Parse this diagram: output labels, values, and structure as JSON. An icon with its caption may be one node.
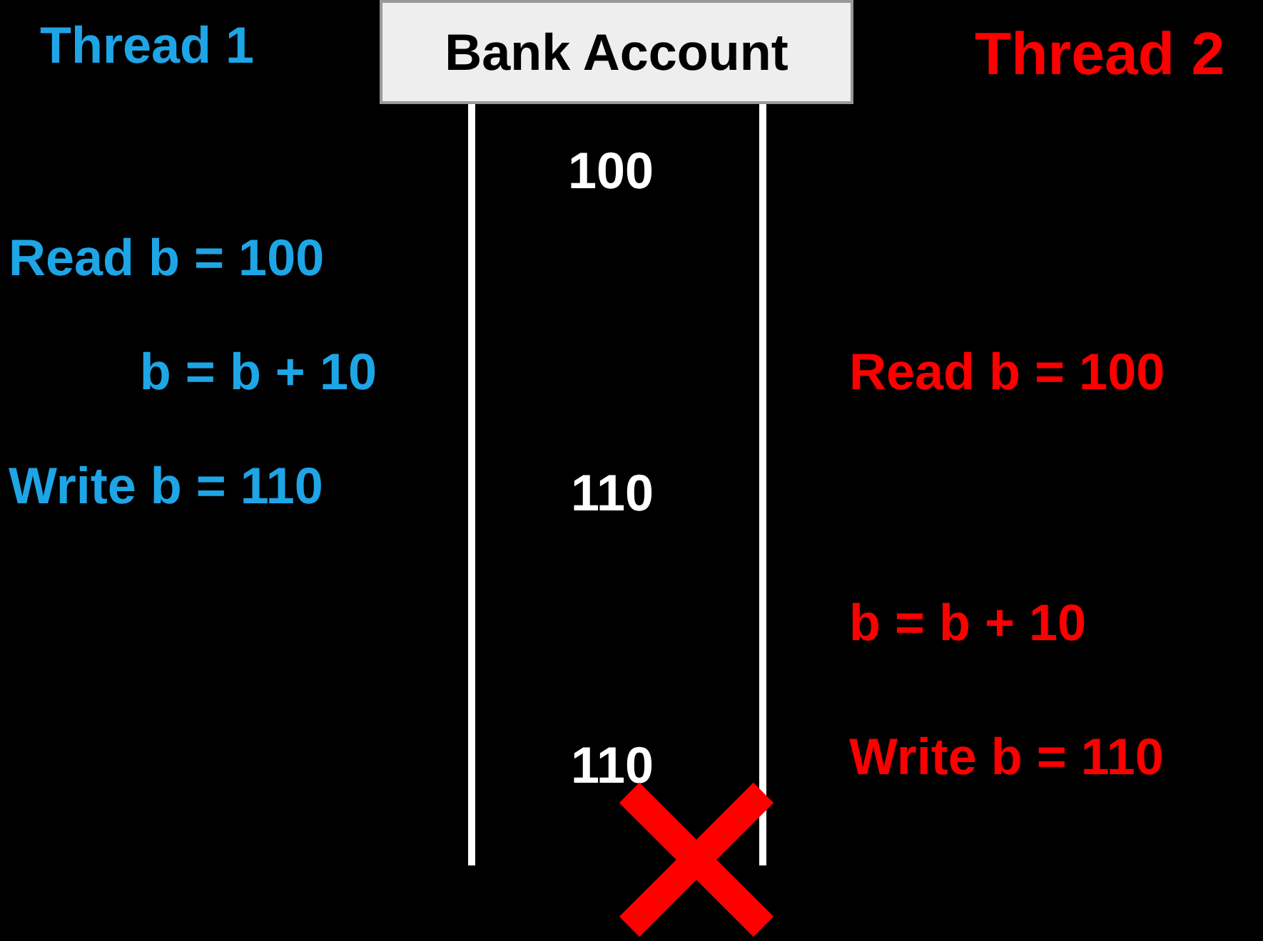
{
  "diagram": {
    "nodes": [
      {
        "text": [
          "Bank Account"
        ]
      }
    ],
    "labels": [
      "Thread 1",
      "Thread 2",
      "100",
      "Read b = 100",
      "b = b + 10",
      "Read b = 100",
      "Write b = 110",
      "110",
      "b = b + 10",
      "110",
      "Write b = 110"
    ]
  }
}
